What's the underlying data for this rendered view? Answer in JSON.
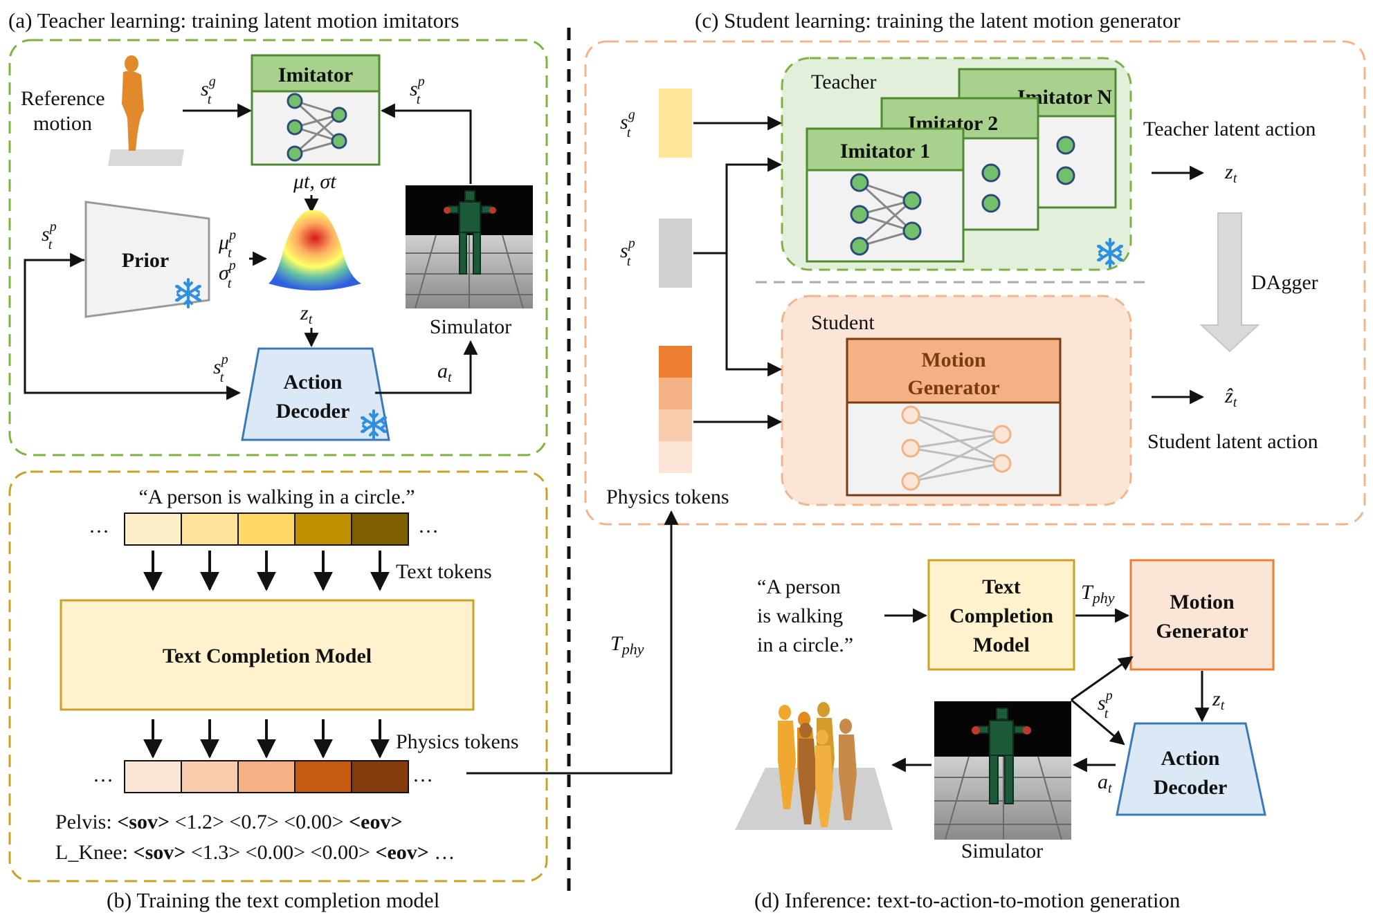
{
  "panels": {
    "a": {
      "caption": "(a) Teacher learning: training latent motion imitators",
      "reference_motion_line1": "Reference",
      "reference_motion_line2": "motion",
      "imitator": "Imitator",
      "prior": "Prior",
      "action_decoder_line1": "Action",
      "action_decoder_line2": "Decoder",
      "simulator": "Simulator",
      "sym_s": "s",
      "sup_g": "g",
      "sup_p": "p",
      "sub_t": "t",
      "mu_sigma": "μt, σt",
      "mu_p": "μ",
      "sigma_p": "σ",
      "z_t": "z",
      "a_t": "a"
    },
    "b": {
      "caption": "(b) Training the text completion model",
      "prompt": "“A person is walking in a circle.”",
      "ellipsis": "…",
      "text_tokens": "Text tokens",
      "text_completion_model": "Text Completion Model",
      "physics_tokens": "Physics tokens",
      "pelvis_name": "Pelvis:",
      "pelvis_values": "<1.2> <0.7> <0.00>",
      "lknee_name": "L_Knee:",
      "lknee_values": "<1.3> <0.00> <0.00>",
      "sov": "<sov>",
      "eov": "<eov>",
      "trailing_ellipsis": "…"
    },
    "c": {
      "caption": "(c) Student learning: training the latent motion generator",
      "teacher": "Teacher",
      "imitator_n": "Imitator N",
      "imitator_2": "Imitator 2",
      "imitator_1": "Imitator 1",
      "teacher_latent_action": "Teacher latent action",
      "dagger": "DAgger",
      "student": "Student",
      "motion_generator_line1": "Motion",
      "motion_generator_line2": "Generator",
      "student_latent_action": "Student latent action",
      "physics_tokens": "Physics tokens",
      "z_t": "z",
      "z_hat_t": "ẑ",
      "t_phy": "T",
      "t_phy_sub": "phy"
    },
    "d": {
      "caption": "(d) Inference: text-to-action-to-motion generation",
      "prompt_line1": "“A person",
      "prompt_line2": "is walking",
      "prompt_line3": "in a circle.”",
      "text_completion_line1": "Text",
      "text_completion_line2": "Completion",
      "text_completion_line3": "Model",
      "motion_generator_line1": "Motion",
      "motion_generator_line2": "Generator",
      "action_decoder_line1": "Action",
      "action_decoder_line2": "Decoder",
      "simulator": "Simulator",
      "t_phy": "T",
      "t_phy_sub": "phy",
      "z_t": "z",
      "a_t": "a",
      "s_p": "s"
    }
  },
  "colors": {
    "green_dash": "#7cb342",
    "gold_dash": "#c9a227",
    "orange_dash": "#f2b48a",
    "imitator_header": "#a9d18e",
    "imitator_border": "#4e8a2f",
    "node_fill": "#73c06b",
    "node_stroke": "#2d4a7c",
    "student_header": "#f4b183",
    "student_border": "#7a3a12",
    "decoder_fill": "#dbe8f6",
    "decoder_stroke": "#3a78b8",
    "snowflake": "#2f8fe0",
    "text_token_colors": [
      "#fdf0c8",
      "#fde39a",
      "#fdd865",
      "#bf9000",
      "#7f6000"
    ],
    "physics_token_colors": [
      "#fbe5d6",
      "#f8cbad",
      "#f4b183",
      "#c55a11",
      "#843c0c"
    ],
    "physics_vertical_colors": [
      "#ed7d31",
      "#f4b183",
      "#f8cbad",
      "#fbe5d6"
    ]
  }
}
